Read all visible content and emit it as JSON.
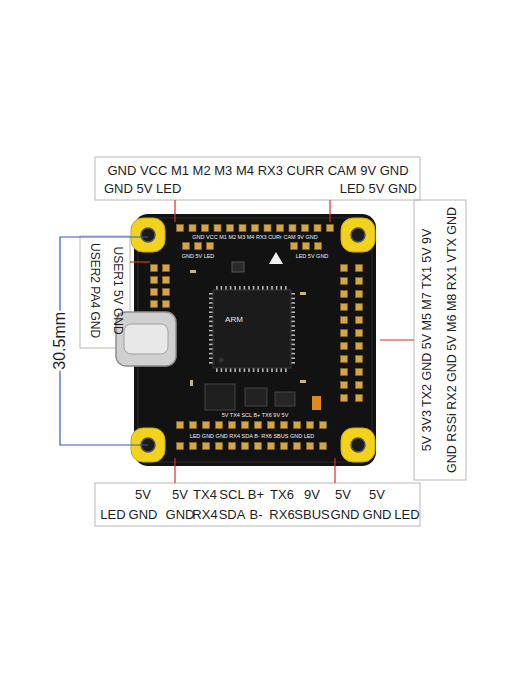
{
  "diagram": {
    "labels": [
      "GND VCC M1 M2 M3 M4 RX3 CURR CAM 9V GND",
      "GND 5V LED",
      "LED 5V GND",
      "USER1 5V GND",
      "USER2 PA4 GND",
      "30.5mm",
      "5V 3V3 TX2 GND 5V M5 M7 TX1 5V 9V",
      "GND RSSi RX2 GND 5V M6 M8 RX1 VTX GND",
      "5V",
      "5V",
      "TX4",
      "SCL",
      "B+",
      "TX6",
      "9V",
      "5V",
      "5V",
      "LED",
      "GND",
      "GND",
      "RX4",
      "SDA",
      "B-",
      "RX6",
      "SBUS",
      "GND",
      "GND",
      "LED",
      "GND VCC M1 M2 M3 M4 RX3 CURr CAM 9V GND",
      "GND 5V LED",
      "LED 5V GND",
      "ARM",
      "5V TX4 SCL B+ TX6 9V 5V",
      "LED GND GND RX4 SDA B- RX6 SBUS GND LED"
    ]
  }
}
